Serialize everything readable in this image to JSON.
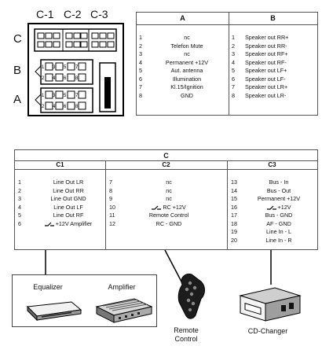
{
  "connector": {
    "top_labels": [
      "C-1",
      "C-2",
      "C-3"
    ],
    "side_labels": [
      "C",
      "B",
      "A"
    ]
  },
  "table_ab": {
    "head_a": "A",
    "head_b": "B",
    "a_nums": [
      "1",
      "2",
      "3",
      "4",
      "5",
      "6",
      "7",
      "8"
    ],
    "a_items": [
      "nc",
      "Telefon Mute",
      "nc",
      "Permanent +12V",
      "Aut. antenna",
      "Illumination",
      "Kl.15/Ignition",
      "GND"
    ],
    "b_nums": [
      "1",
      "2",
      "3",
      "4",
      "5",
      "6",
      "7",
      "8"
    ],
    "b_items": [
      "Speaker out RR+",
      "Speaker out RR-",
      "Speaker out RF+",
      "Speaker out RF-",
      "Speaker out LF+",
      "Speaker out LF-",
      "Speaker out LR+",
      "Speaker out LR-"
    ]
  },
  "table_c": {
    "title": "C",
    "c1_head": "C1",
    "c2_head": "C2",
    "c3_head": "C3",
    "c1_nums": [
      "1",
      "2",
      "3",
      "4",
      "5",
      "6"
    ],
    "c1_items": [
      "Line Out LR",
      "Line Out RR",
      "Line Out GND",
      "Line Out LF",
      "Line Out RF",
      "+12V Amplifier"
    ],
    "c2_nums": [
      "7",
      "8",
      "9",
      "10",
      "11",
      "12"
    ],
    "c2_items": [
      "nc",
      "nc",
      "nc",
      "RC +12V",
      "Remote Control",
      "RC - GND"
    ],
    "c3_nums": [
      "13",
      "14",
      "15",
      "16",
      "17",
      "18",
      "19",
      "20"
    ],
    "c3_items": [
      "Bus - In",
      "Bus - Out",
      "Permanent +12V",
      "+12V",
      "Bus - GND",
      "AF - GND",
      "Line In - L",
      "Line In - R"
    ]
  },
  "devices": {
    "equalizer": "Equalizer",
    "amplifier": "Amplifier",
    "remote_line1": "Remote",
    "remote_line2": "Control",
    "cd_changer": "CD-Changer"
  }
}
